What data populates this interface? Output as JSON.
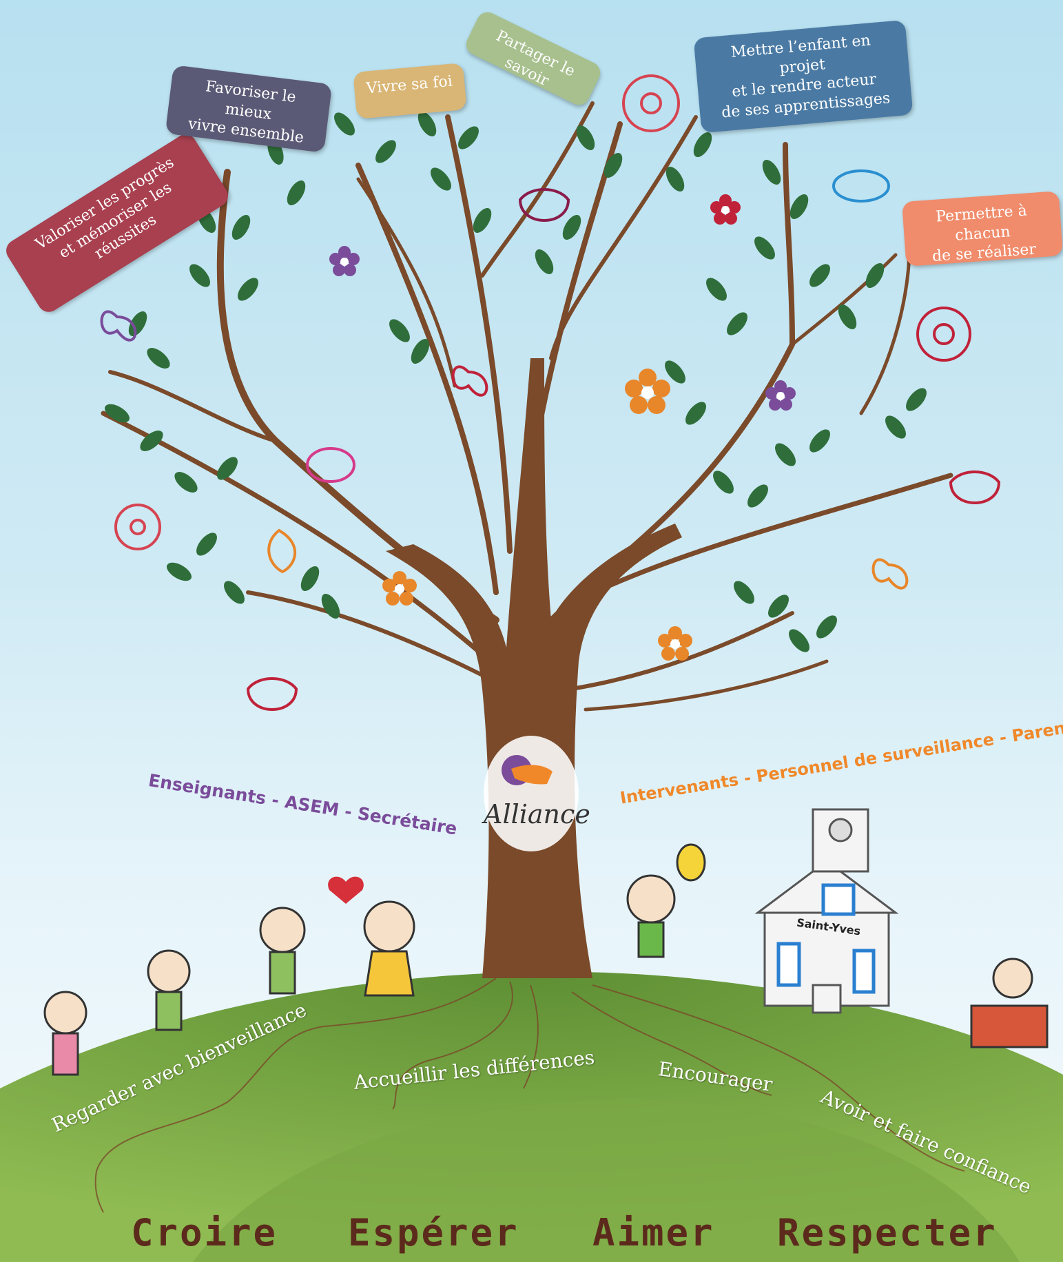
{
  "bubbles": {
    "valoriser": {
      "line1": "Valoriser les progrès",
      "line2": "et mémoriser les réussites"
    },
    "favoriser": {
      "line1": "Favoriser le mieux",
      "line2": "vivre ensemble"
    },
    "foi": {
      "line1": "Vivre sa foi"
    },
    "partager": {
      "line1": "Partager le savoir"
    },
    "projet": {
      "line1": "Mettre l’enfant en projet",
      "line2": "et le rendre acteur",
      "line3": "de ses apprentissages"
    },
    "realiser": {
      "line1": "Permettre à chacun",
      "line2": "de se réaliser"
    }
  },
  "staff": {
    "left": "Enseignants - ASEM - Secrétaire",
    "right": "Intervenants - Personnel de surveillance - Parents"
  },
  "logo": {
    "text": "Alliance"
  },
  "school": {
    "name": "Saint-Yves"
  },
  "roots": {
    "regarder": "Regarder avec bienveillance",
    "accueillir": "Accueillir les différences",
    "encourager": "Encourager",
    "confiance": "Avoir et faire confiance"
  },
  "values": [
    "Croire",
    "Espérer",
    "Aimer",
    "Respecter"
  ],
  "colors": {
    "valoriser": "#a8404f",
    "favoriser": "#5b5a76",
    "foi": "#d9b675",
    "partager": "#a7c08e",
    "projet": "#4a7aa4",
    "realiser": "#f08c6c",
    "staff_left": "#7a4c9a",
    "staff_right": "#f0882a",
    "trunk": "#7a4a2a",
    "leaf": "#2f6e3a",
    "hill": "#6e9a3e",
    "value_text": "#5c2a1c"
  }
}
